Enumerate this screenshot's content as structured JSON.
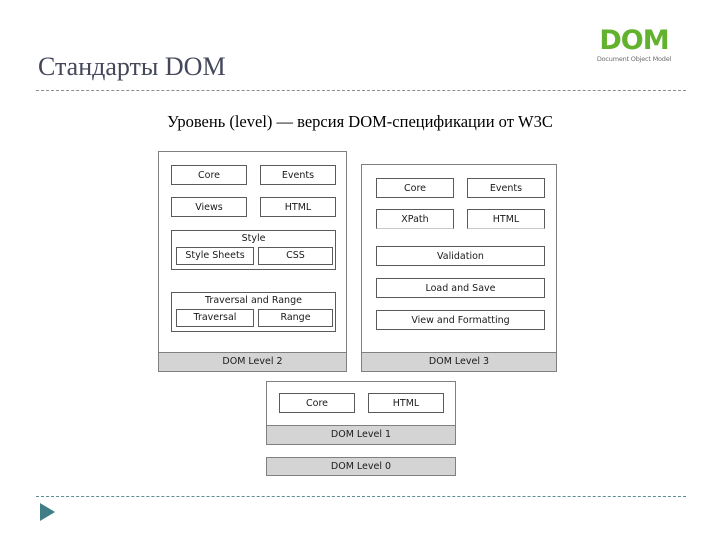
{
  "slide": {
    "title": "Стандарты DOM",
    "subtitle": "Уровень (level) — версия DOM-спецификации от W3C",
    "accent_color": "#3F7E84",
    "rule_color": "#8D8D8D",
    "title_color": "#45485A"
  },
  "logo": {
    "word": "DOM",
    "tagline": "Document Object Model",
    "color": "#63B22E"
  },
  "footer": {
    "next_icon": "play-triangle-icon"
  },
  "diagram": {
    "footer_fill": "#D4D4D4",
    "box_border": "#5A5A5A",
    "levels": [
      {
        "id": "level2",
        "footer": "DOM Level 2",
        "cells": [
          "Core",
          "Events",
          "Views",
          "HTML"
        ],
        "groups": [
          {
            "label": "Style",
            "children": [
              "Style Sheets",
              "CSS"
            ]
          },
          {
            "label": "Traversal and Range",
            "children": [
              "Traversal",
              "Range"
            ]
          }
        ]
      },
      {
        "id": "level3",
        "footer": "DOM Level 3",
        "cells": [
          "Core",
          "Events",
          "XPath",
          "HTML",
          "Validation",
          "Load and Save",
          "View and Formatting"
        ]
      },
      {
        "id": "level1",
        "footer": "DOM Level 1",
        "cells": [
          "Core",
          "HTML"
        ]
      },
      {
        "id": "level0",
        "footer": "DOM Level 0"
      }
    ]
  }
}
